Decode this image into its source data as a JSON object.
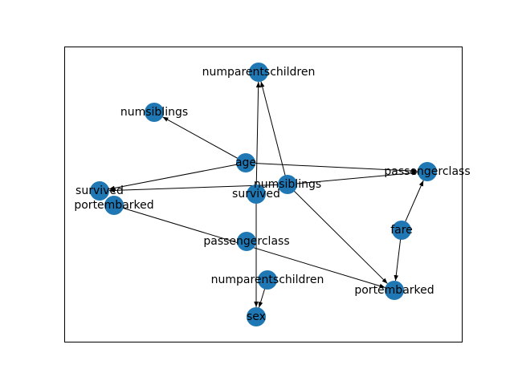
{
  "diagram": {
    "node_color": "#1f77b4",
    "edge_color": "#000000",
    "nodes": [
      {
        "id": "n_npc_top",
        "label": "numparentschildren"
      },
      {
        "id": "n_nsib_left",
        "label": "numsiblings"
      },
      {
        "id": "n_age",
        "label": "age"
      },
      {
        "id": "n_pclass_right",
        "label": "passengerclass"
      },
      {
        "id": "n_surv_left",
        "label": "survived"
      },
      {
        "id": "n_nsib_center",
        "label": "numsiblings"
      },
      {
        "id": "n_surv_center",
        "label": "survived"
      },
      {
        "id": "n_port_left",
        "label": "portembarked"
      },
      {
        "id": "n_fare",
        "label": "fare"
      },
      {
        "id": "n_pclass_center",
        "label": "passengerclass"
      },
      {
        "id": "n_npc_bottom",
        "label": "numparentschildren"
      },
      {
        "id": "n_port_right",
        "label": "portembarked"
      },
      {
        "id": "n_sex",
        "label": "sex"
      }
    ],
    "edges": [
      {
        "from": "n_age",
        "to": "n_nsib_left"
      },
      {
        "from": "n_age",
        "to": "n_surv_left"
      },
      {
        "from": "n_age",
        "to": "n_pclass_right"
      },
      {
        "from": "n_nsib_center",
        "to": "n_surv_left"
      },
      {
        "from": "n_nsib_center",
        "to": "n_pclass_right"
      },
      {
        "from": "n_nsib_center",
        "to": "n_npc_top"
      },
      {
        "from": "n_nsib_center",
        "to": "n_port_right"
      },
      {
        "from": "n_surv_center",
        "to": "n_npc_top"
      },
      {
        "from": "n_surv_center",
        "to": "n_sex"
      },
      {
        "from": "n_port_left",
        "to": "n_port_right"
      },
      {
        "from": "n_fare",
        "to": "n_pclass_right"
      },
      {
        "from": "n_fare",
        "to": "n_port_right"
      },
      {
        "from": "n_npc_bottom",
        "to": "n_sex"
      }
    ]
  }
}
